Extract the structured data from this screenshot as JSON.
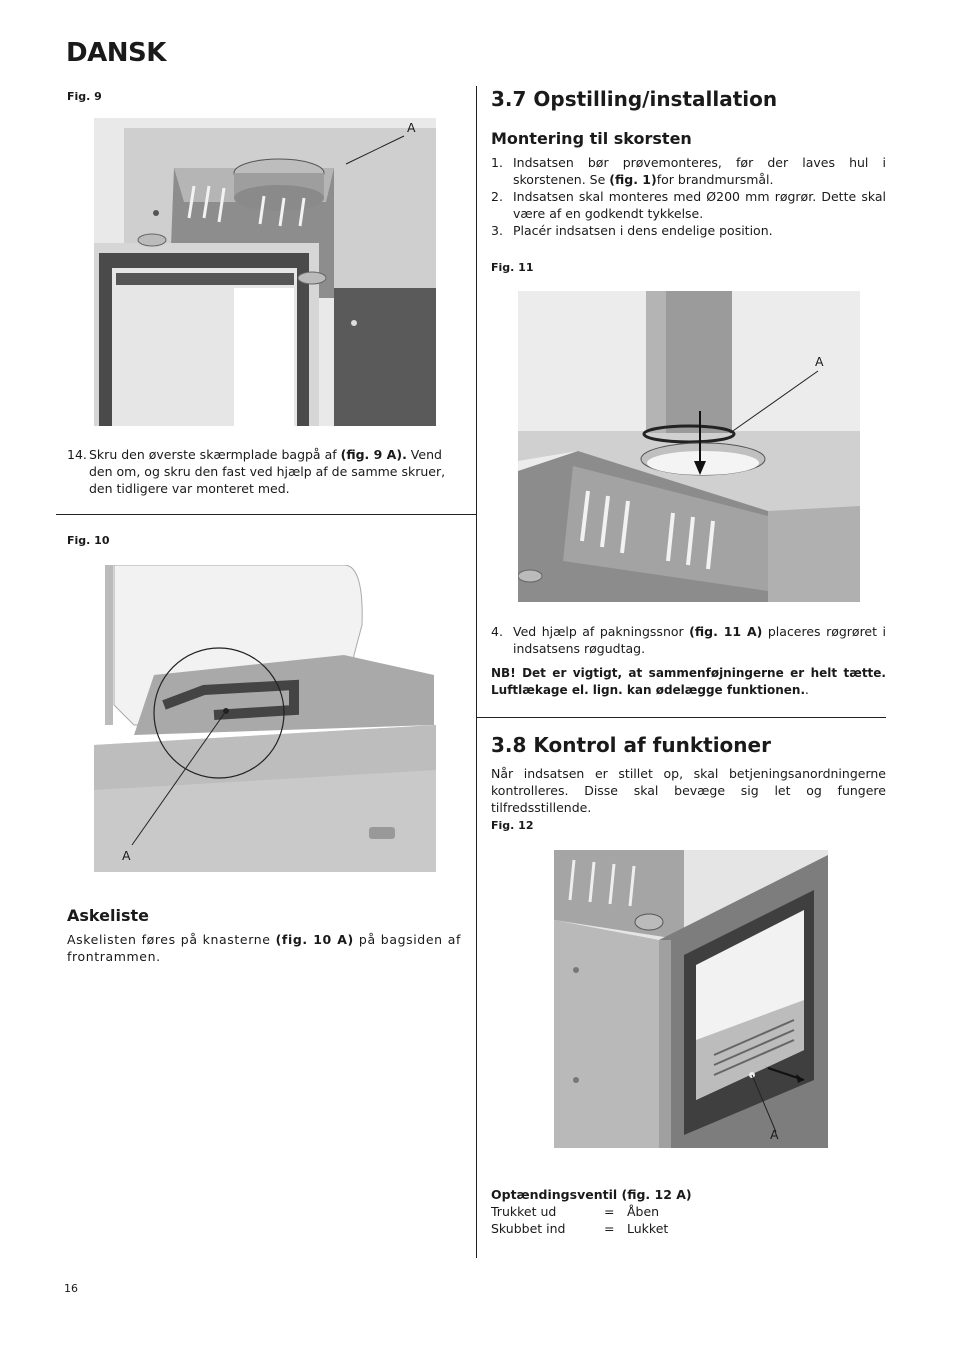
{
  "header": {
    "language": "DANSK"
  },
  "left": {
    "fig9_label": "Fig. 9",
    "fig9_callout": "A",
    "step14_num": "14.",
    "step14_pre": "Skru den øverste skærmplade bagpå af ",
    "step14_bold": "(fig. 9 A).",
    "step14_post": " Vend den om, og skru den fast ved hjælp af de samme skruer, den tidligere var monteret med.",
    "fig10_label": "Fig. 10",
    "fig10_callout": "A",
    "askeliste_heading": "Askeliste",
    "askeliste_pre": "Askelisten føres på knasterne ",
    "askeliste_bold": "(fig. 10 A)",
    "askeliste_post": " på bagsiden af frontrammen."
  },
  "right": {
    "section37_title": "3.7 Opstilling/installation",
    "montering_heading": "Montering til skorsten",
    "steps": [
      {
        "num": "1.",
        "pre": "Indsatsen bør prøvemonteres, før der laves hul i skorstenen. Se ",
        "bold": "(fig. 1)",
        "post": "for brandmursmål."
      },
      {
        "num": "2.",
        "pre": "Indsatsen skal monteres med Ø200 mm røgrør. Dette skal være af en godkendt tykkelse.",
        "bold": "",
        "post": ""
      },
      {
        "num": "3.",
        "pre": "Placér indsatsen i dens endelige position.",
        "bold": "",
        "post": ""
      }
    ],
    "fig11_label": "Fig. 11",
    "fig11_callout": "A",
    "step4_num": "4.",
    "step4_pre": "Ved hjælp af pakningssnor ",
    "step4_bold": "(fig. 11 A)",
    "step4_post": " placeres røgrøret i indsatsens røgudtag.",
    "nb_bold": "NB! Det er vigtigt, at sammenføjningerne er helt tætte. Luftlækage el. lign. kan ødelægge funktionen.",
    "nb_tail": ".",
    "section38_title": "3.8 Kontrol af funktioner",
    "section38_text": "Når indsatsen er stillet op, skal betjeningsanordningerne kontrolleres. Disse skal bevæge sig let og fungere tilfredsstillende.",
    "fig12_label": "Fig. 12",
    "fig12_callout": "A",
    "valve_heading": "Optændingsventil (fig. 12 A)",
    "valve_rows": [
      {
        "key": "Trukket ud",
        "eq": "=",
        "val": "Åben"
      },
      {
        "key": "Skubbet ind",
        "eq": "=",
        "val": "Lukket"
      }
    ]
  },
  "footer": {
    "page_number": "16"
  }
}
